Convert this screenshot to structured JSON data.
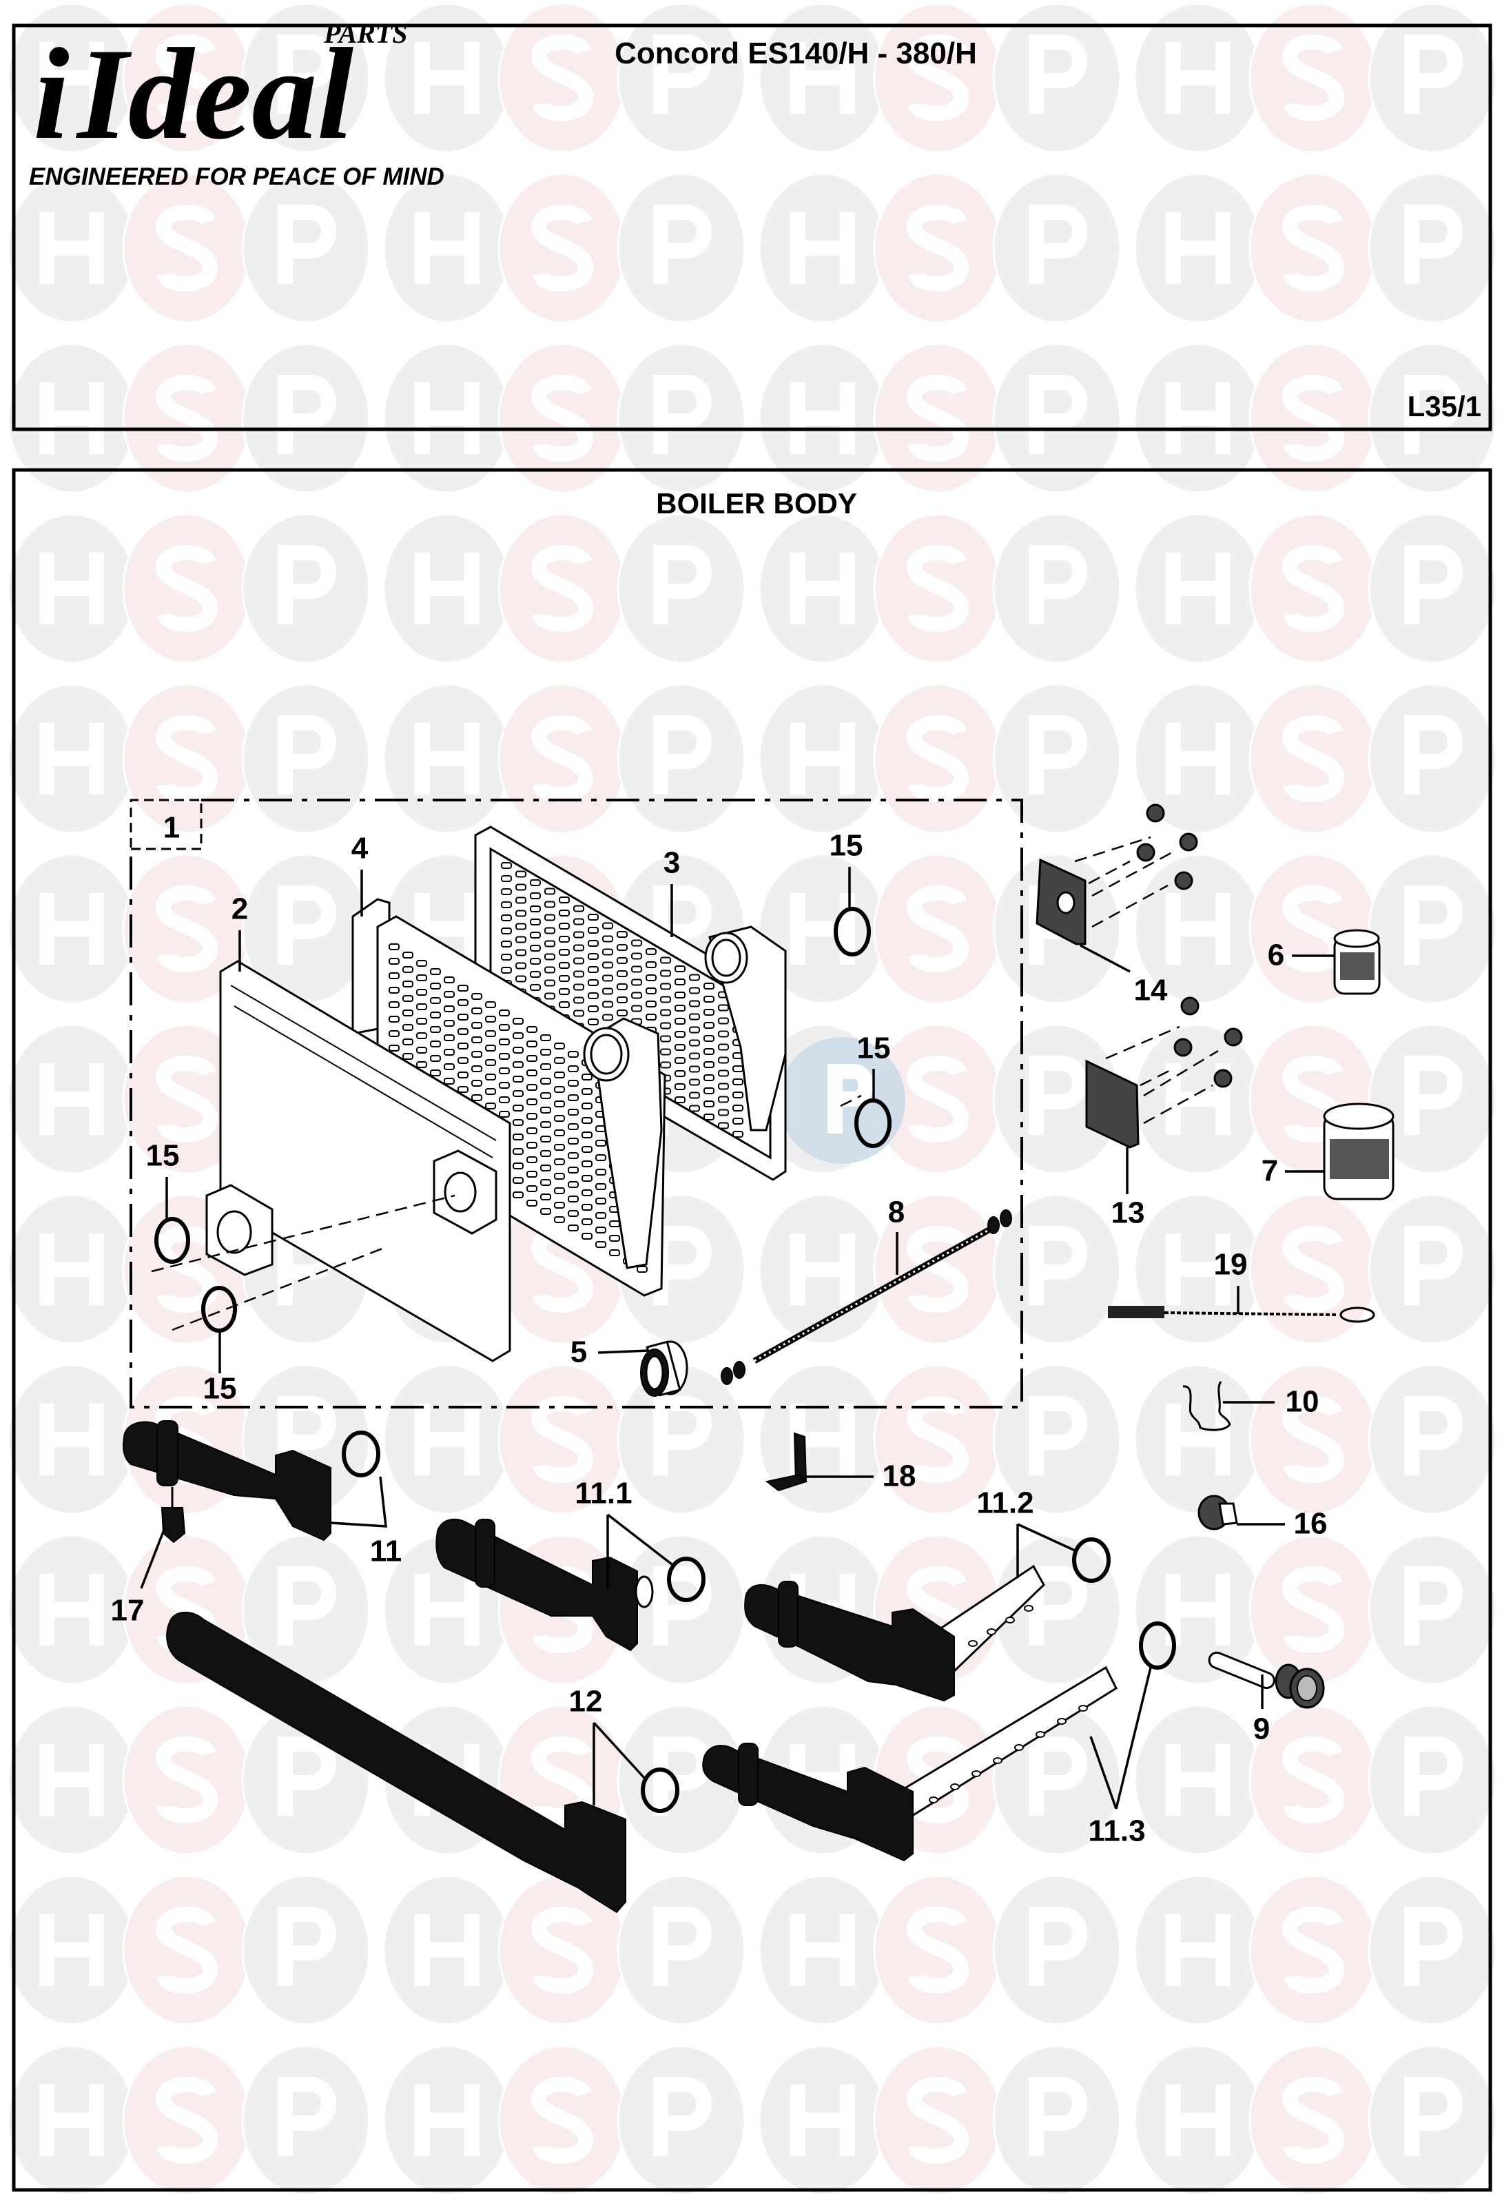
{
  "document": {
    "brand": {
      "logo_mark": "i",
      "logo_word": "Ideal",
      "logo_superscript": "PARTS",
      "tagline": "ENGINEERED FOR PEACE OF MIND"
    },
    "header": {
      "model_title": "Concord ES140/H - 380/H",
      "page_reference": "L35/1"
    },
    "section": {
      "title": "BOILER BODY"
    },
    "watermark": {
      "letters": [
        "H",
        "S",
        "P"
      ],
      "colors": {
        "grey": "#efefef",
        "pink": "#f9eced",
        "blue": "#c9dbe8"
      }
    },
    "callouts": {
      "c1": "1",
      "c2": "2",
      "c3": "3",
      "c4": "4",
      "c5": "5",
      "c6": "6",
      "c7": "7",
      "c8": "8",
      "c9": "9",
      "c10": "10",
      "c11": "11",
      "c11_1": "11.1",
      "c11_2": "11.2",
      "c11_3": "11.3",
      "c12": "12",
      "c13": "13",
      "c14": "14",
      "c15a": "15",
      "c15b": "15",
      "c15c": "15",
      "c15d": "15",
      "c16": "16",
      "c17": "17",
      "c18": "18",
      "c19": "19"
    }
  }
}
